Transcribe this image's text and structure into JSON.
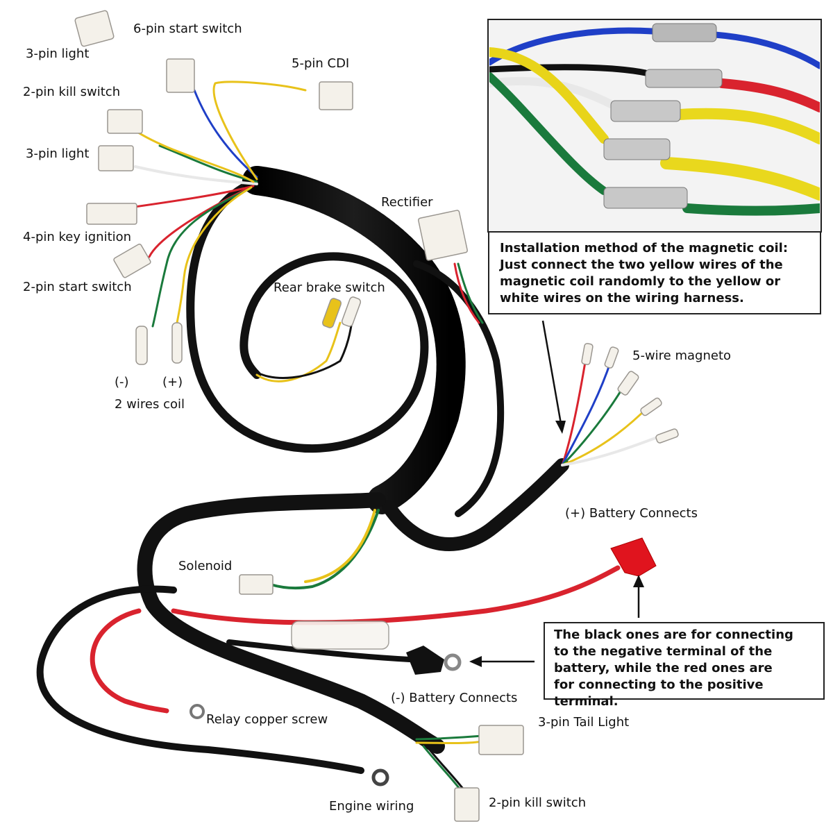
{
  "labels": {
    "six_pin_start": "6-pin start switch",
    "three_pin_light_top": "3-pin light",
    "five_pin_cdi": "5-pin CDI",
    "two_pin_kill_top": "2-pin kill switch",
    "three_pin_light_mid": "3-pin light",
    "four_pin_key": "4-pin key ignition",
    "two_pin_start": "2-pin start switch",
    "minus": "(-)",
    "plus": "(+)",
    "two_wires_coil": "2 wires coil",
    "rectifier": "Rectifier",
    "rear_brake": "Rear brake switch",
    "five_wire_magneto": "5-wire magneto",
    "pos_battery": "(+) Battery Connects",
    "solenoid": "Solenoid",
    "neg_battery": "(-) Battery Connects",
    "relay_screw": "Relay copper screw",
    "tail_light": "3-pin Tail Light",
    "engine_wiring": "Engine wiring",
    "two_pin_kill_bottom": "2-pin kill switch"
  },
  "notes": {
    "coil_install": [
      "Installation method of the magnetic coil:",
      "Just connect the two yellow wires of the",
      "magnetic coil randomly to the yellow or",
      "white wires on the wiring harness."
    ],
    "battery": [
      "The black ones are for connecting",
      "to the negative terminal of the",
      "battery, while the red ones are",
      "for connecting to the positive terminal."
    ]
  },
  "colors": {
    "harness": "#111111",
    "red": "#d9232e",
    "yellow": "#e8c21a",
    "green": "#1a7a3c",
    "blue": "#1f3fc7",
    "white": "#e9e9e9",
    "connector": "#f4f1ea"
  }
}
